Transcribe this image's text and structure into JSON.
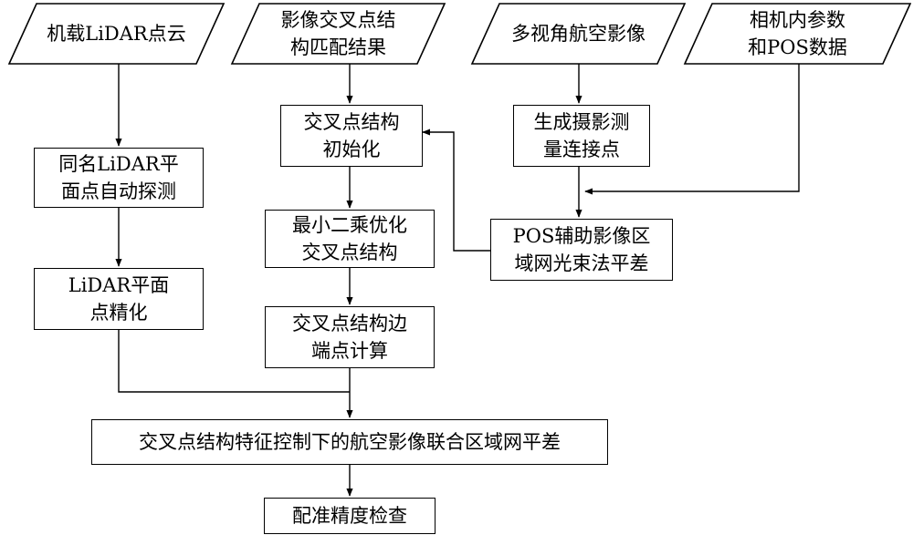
{
  "diagram": {
    "inputs": {
      "lidar_cloud": {
        "lines": [
          "机载LiDAR点云"
        ]
      },
      "match_result": {
        "lines": [
          "影像交叉点结",
          "构匹配结果"
        ]
      },
      "aerial_images": {
        "lines": [
          "多视角航空影像"
        ]
      },
      "camera_params": {
        "lines": [
          "相机内参数",
          "和POS数据"
        ]
      }
    },
    "steps": {
      "plane_detect": {
        "lines": [
          "同名LiDAR平",
          "面点自动探测"
        ]
      },
      "plane_refine": {
        "lines": [
          "LiDAR平面",
          "点精化"
        ]
      },
      "cross_init": {
        "lines": [
          "交叉点结构",
          "初始化"
        ]
      },
      "least_squares": {
        "lines": [
          "最小二乘优化",
          "交叉点结构"
        ]
      },
      "endpoint_calc": {
        "lines": [
          "交叉点结构边",
          "端点计算"
        ]
      },
      "tie_points": {
        "lines": [
          "生成摄影测",
          "量连接点"
        ]
      },
      "pos_bundle": {
        "lines": [
          "POS辅助影像区",
          "域网光束法平差"
        ]
      },
      "joint_adjust": {
        "lines": [
          "交叉点结构特征控制下的航空影像联合区域网平差"
        ]
      },
      "accuracy_check": {
        "lines": [
          "配准精度检查"
        ]
      }
    }
  }
}
